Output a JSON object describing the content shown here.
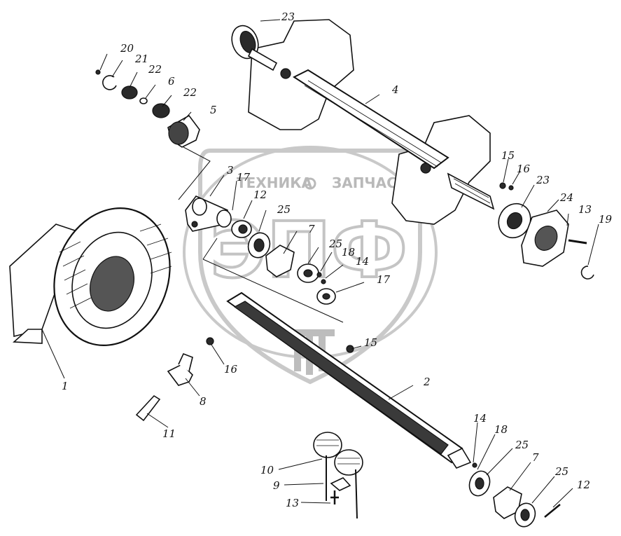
{
  "watermark": {
    "line_left": "ТЕХНИКА",
    "line_right": "ЗАПЧАСТИ",
    "monogram": "ЭПФ"
  },
  "callouts": [
    {
      "id": "c20a",
      "text": "20"
    },
    {
      "id": "c21",
      "text": "21"
    },
    {
      "id": "c22a",
      "text": "22"
    },
    {
      "id": "c6",
      "text": "6"
    },
    {
      "id": "c22b",
      "text": "22"
    },
    {
      "id": "c5",
      "text": "5"
    },
    {
      "id": "c23a",
      "text": "23"
    },
    {
      "id": "c4",
      "text": "4"
    },
    {
      "id": "c3",
      "text": "3"
    },
    {
      "id": "c17a",
      "text": "17"
    },
    {
      "id": "c12a",
      "text": "12"
    },
    {
      "id": "c25a",
      "text": "25"
    },
    {
      "id": "c7a",
      "text": "7"
    },
    {
      "id": "c25b",
      "text": "25"
    },
    {
      "id": "c18a",
      "text": "18"
    },
    {
      "id": "c14a",
      "text": "14"
    },
    {
      "id": "c17b",
      "text": "17"
    },
    {
      "id": "c15a",
      "text": "15"
    },
    {
      "id": "c16a",
      "text": "16"
    },
    {
      "id": "c23b",
      "text": "23"
    },
    {
      "id": "c24",
      "text": "24"
    },
    {
      "id": "c13a",
      "text": "13"
    },
    {
      "id": "c19",
      "text": "19"
    },
    {
      "id": "c15b",
      "text": "15"
    },
    {
      "id": "c1",
      "text": "1"
    },
    {
      "id": "c16b",
      "text": "16"
    },
    {
      "id": "c8",
      "text": "8"
    },
    {
      "id": "c2",
      "text": "2"
    },
    {
      "id": "c11",
      "text": "11"
    },
    {
      "id": "c14b",
      "text": "14"
    },
    {
      "id": "c18b",
      "text": "18"
    },
    {
      "id": "c25c",
      "text": "25"
    },
    {
      "id": "c7b",
      "text": "7"
    },
    {
      "id": "c10",
      "text": "10"
    },
    {
      "id": "c9",
      "text": "9"
    },
    {
      "id": "c25d",
      "text": "25"
    },
    {
      "id": "c12b",
      "text": "12"
    },
    {
      "id": "c13b",
      "text": "13"
    }
  ]
}
